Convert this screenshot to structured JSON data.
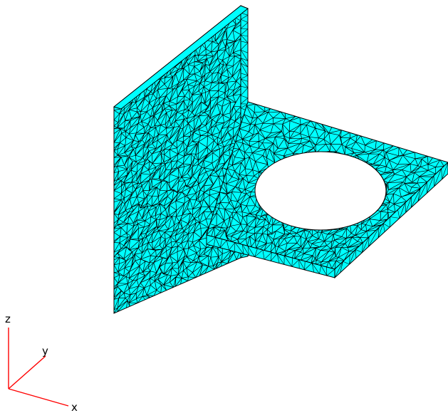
{
  "axes": {
    "x_label": "x",
    "y_label": "y",
    "z_label": "z",
    "axis_color": "#ff0000",
    "label_color": "#000000"
  },
  "mesh": {
    "fill_color": "#00ffff",
    "edge_color": "#000000",
    "background_color": "#ffffff"
  }
}
